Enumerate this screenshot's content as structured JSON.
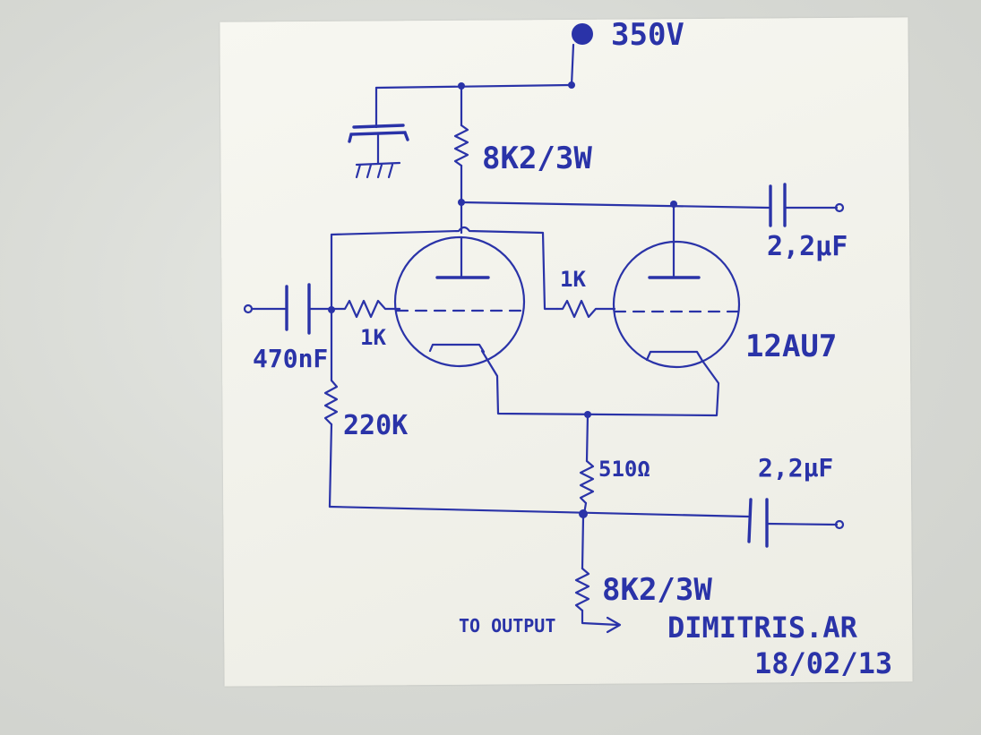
{
  "schematic": {
    "labels": {
      "supply": "350V",
      "plate_resistor": "8K2/3W",
      "out_cap_top": "2,2µF",
      "grid_res_left": "1K",
      "grid_res_right": "1K",
      "input_cap": "470nF",
      "tube": "12AU7",
      "grid_leak": "220K",
      "cathode_res": "510Ω",
      "out_cap_bottom": "2,2µF",
      "tail_resistor": "8K2/3W",
      "output_arrow": "TO OUTPUT",
      "author": "DIMITRIS.AR",
      "date": "18/02/13"
    }
  },
  "colors": {
    "ink": "#2a33a8",
    "paper": "#f3f3ec",
    "background": "#d9dbd6"
  }
}
